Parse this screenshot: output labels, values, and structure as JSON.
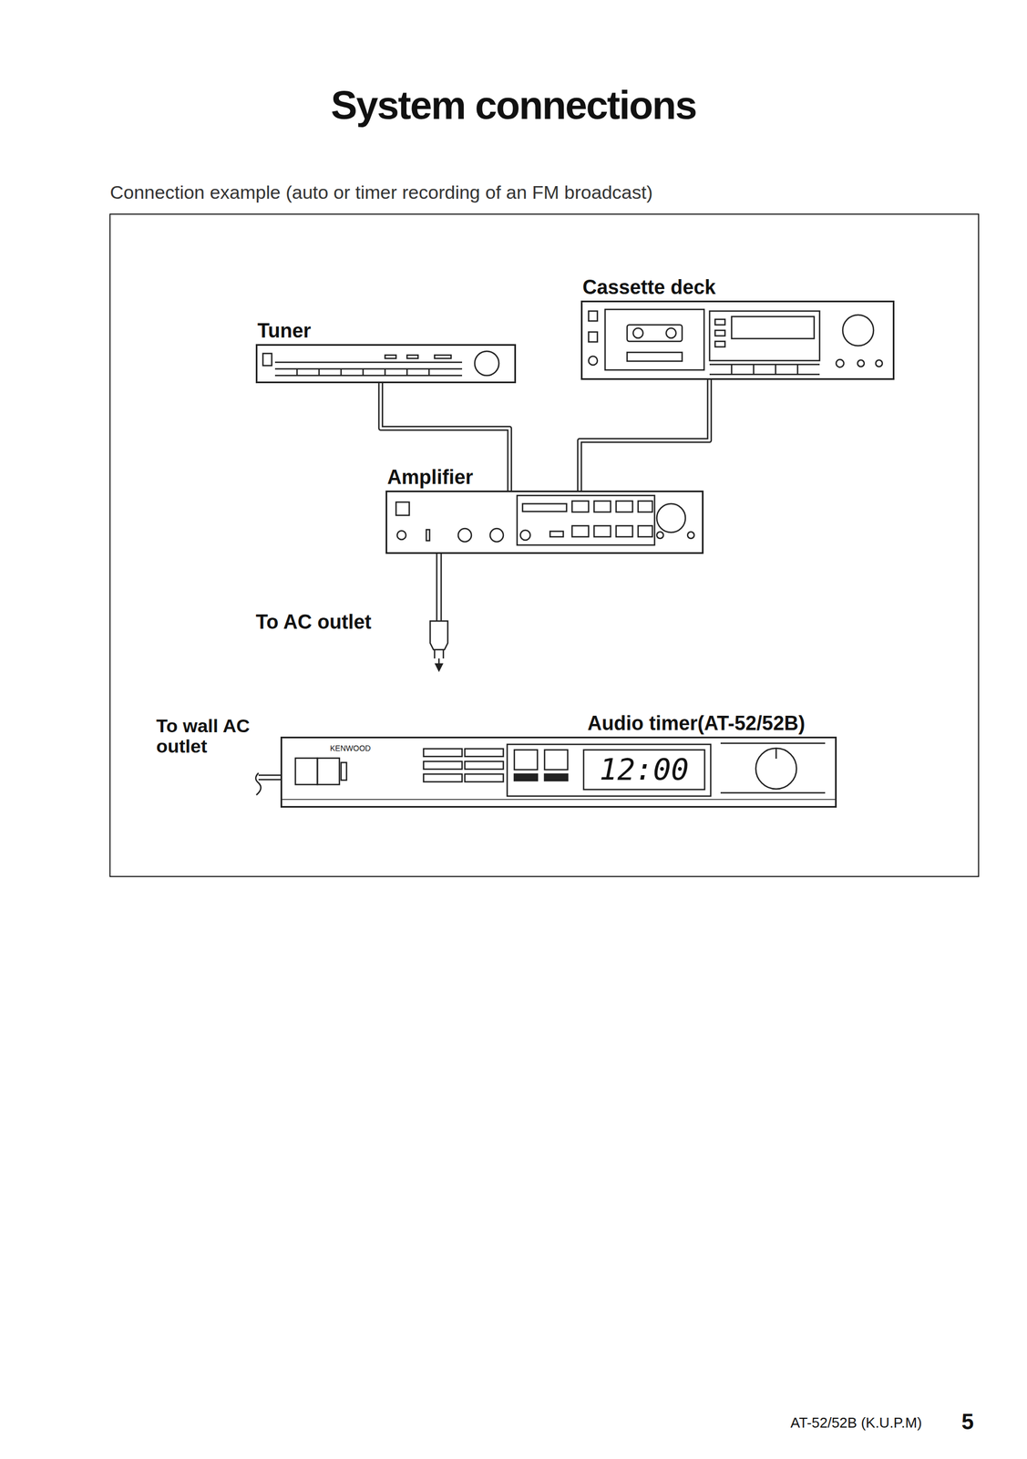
{
  "diagram": {
    "title": "System connections",
    "caption": "Connection example (auto or timer recording of an FM broadcast)",
    "nodes": [
      {
        "text": [
          "Tuner"
        ]
      },
      {
        "text": [
          "Cassette deck"
        ]
      },
      {
        "text": [
          "Amplifier"
        ]
      },
      {
        "text": [
          "Audio timer(AT-52/52B)"
        ]
      }
    ],
    "edges": [
      {
        "from": 0,
        "to": 2,
        "arrow": "none"
      },
      {
        "from": 1,
        "to": 2,
        "arrow": "none"
      }
    ],
    "labels": [
      "To AC outlet",
      "To wall AC outlet",
      "KENWOOD",
      "12:00",
      "AT-52/52B (K.U.P.M)",
      "5"
    ]
  }
}
